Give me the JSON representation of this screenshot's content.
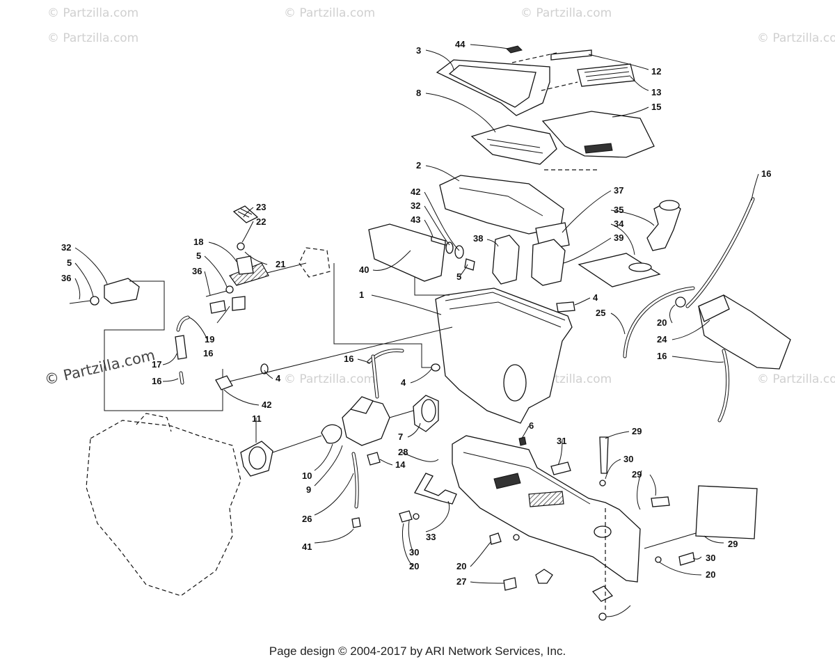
{
  "watermarks": [
    "© Partzilla.com",
    "© Partzilla.com",
    "© Partzilla.com",
    "© Partzilla.com",
    "© Partzilla.com",
    "© Partzilla.com",
    "© Partzilla.com",
    "© Partzilla.com"
  ],
  "watermark_large": "© Partzilla.com",
  "callouts": [
    "44",
    "3",
    "12",
    "13",
    "8",
    "15",
    "2",
    "16",
    "42",
    "32",
    "43",
    "37",
    "35",
    "34",
    "38",
    "39",
    "23",
    "22",
    "18",
    "5",
    "21",
    "36",
    "32",
    "5",
    "36",
    "40",
    "5",
    "1",
    "4",
    "25",
    "20",
    "24",
    "16",
    "19",
    "16",
    "17",
    "16",
    "4",
    "16",
    "4",
    "42",
    "11",
    "6",
    "31",
    "7",
    "28",
    "29",
    "30",
    "29",
    "14",
    "10",
    "9",
    "26",
    "33",
    "41",
    "30",
    "20",
    "20",
    "27",
    "29",
    "30",
    "20"
  ],
  "footer": "Page design © 2004-2017 by ARI Network Services, Inc."
}
